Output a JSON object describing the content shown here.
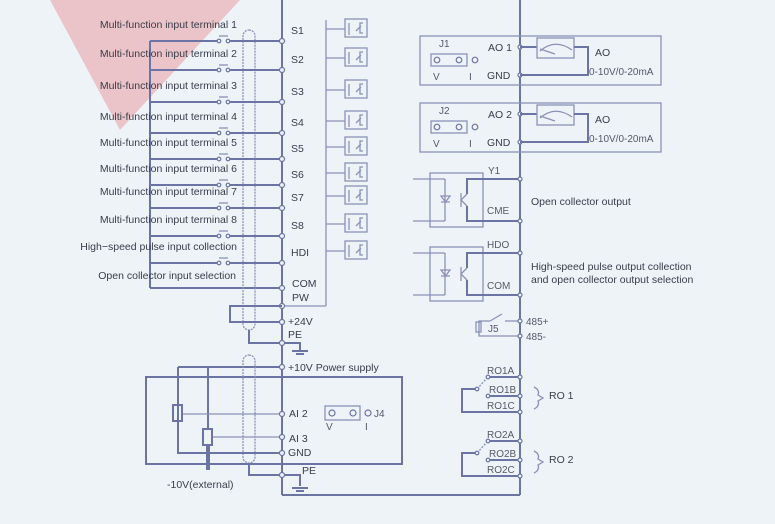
{
  "inputs": {
    "rows": [
      {
        "label": "Multi-function input terminal 1",
        "terminal": "S1"
      },
      {
        "label": "Multi-function input terminal 2",
        "terminal": "S2"
      },
      {
        "label": "Multi-function input terminal 3",
        "terminal": "S3"
      },
      {
        "label": "Multi-function input terminal 4",
        "terminal": "S4"
      },
      {
        "label": "Multi-function input terminal 5",
        "terminal": "S5"
      },
      {
        "label": "Multi-function input terminal 6",
        "terminal": "S6"
      },
      {
        "label": "Multi-function input terminal 7",
        "terminal": "S7"
      },
      {
        "label": "Multi-function input terminal 8",
        "terminal": "S8"
      },
      {
        "label": "High−speed pulse input collection",
        "terminal": "HDI"
      }
    ],
    "oc_label": "Open collector input selection",
    "com": "COM",
    "pw": "PW"
  },
  "power": {
    "v24": "+24V",
    "pe": "PE",
    "v10": "+10V Power supply",
    "pe2": "PE"
  },
  "analog_in": {
    "ai2": "AI 2",
    "ai3": "AI 3",
    "gnd": "GND",
    "jumper": "J4",
    "v": "V",
    "i": "I",
    "ext": "-10V(external)"
  },
  "analog_out": [
    {
      "jumper": "J1",
      "terminal": "AO 1",
      "gnd": "GND",
      "v": "V",
      "i": "I",
      "name": "AO",
      "range": "0-10V/0-20mA"
    },
    {
      "jumper": "J2",
      "terminal": "AO 2",
      "gnd": "GND",
      "v": "V",
      "i": "I",
      "name": "AO",
      "range": "0-10V/0-20mA"
    }
  ],
  "outputs": {
    "y1": "Y1",
    "cme": "CME",
    "oc_label": "Open collector output",
    "hdo": "HDO",
    "com": "COM",
    "hdo_label_1": "High-speed pulse output collection",
    "hdo_label_2": "and open collector output selection"
  },
  "rs485": {
    "jumper": "J5",
    "plus": "485+",
    "minus": "485-"
  },
  "relays": {
    "ro1": {
      "a": "RO1A",
      "b": "RO1B",
      "c": "RO1C",
      "name": "RO 1"
    },
    "ro2": {
      "a": "RO2A",
      "b": "RO2B",
      "c": "RO2C",
      "name": "RO 2"
    }
  },
  "colors": {
    "line": "#6b74a5",
    "background": "#eef3f8",
    "watermark": "#e8b8bc"
  }
}
